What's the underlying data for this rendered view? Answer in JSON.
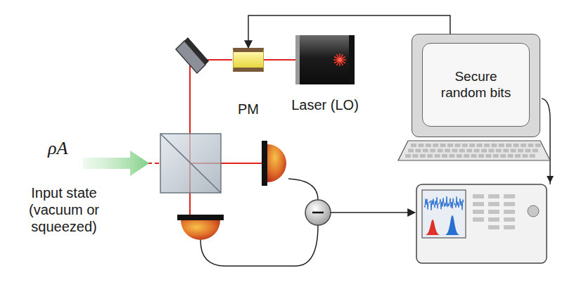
{
  "diagram": {
    "nodes": [
      {
        "text": [
          "Laser (LO)"
        ]
      },
      {
        "text": [
          "PM"
        ]
      },
      {
        "text": [
          "Secure random bits"
        ]
      }
    ],
    "edges": [
      {
        "from": 2,
        "to": 1,
        "arrow": "to"
      },
      {
        "from": 0,
        "to": 1,
        "arrow": "none"
      }
    ],
    "labels": [
      "ρA",
      "Input state (vacuum or squeezed)"
    ]
  }
}
